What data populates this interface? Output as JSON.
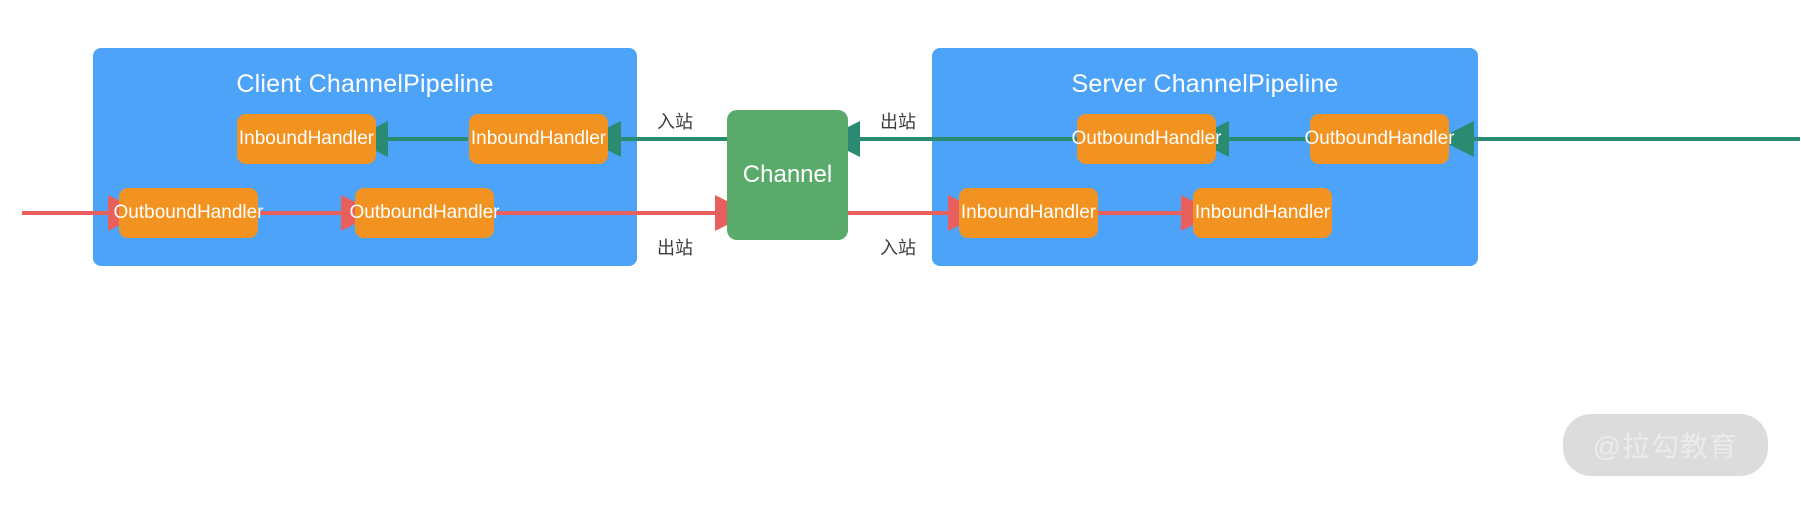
{
  "diagram": {
    "title_client": "Client ChannelPipeline",
    "title_server": "Server ChannelPipeline",
    "channel_label": "Channel",
    "colors": {
      "panel_blue": "#4da3f7",
      "handler_orange": "#f29220",
      "channel_green": "#5aab6b",
      "inbound_arrow_green": "#2b8a72",
      "outbound_arrow_red": "#e8605d",
      "label_text": "#3c3c3c",
      "background": "#ffffff"
    },
    "client": {
      "top_row": [
        {
          "label": "InboundHandler"
        },
        {
          "label": "InboundHandler"
        }
      ],
      "bottom_row": [
        {
          "label": "OutboundHandler"
        },
        {
          "label": "OutboundHandler"
        }
      ]
    },
    "server": {
      "top_row": [
        {
          "label": "OutboundHandler"
        },
        {
          "label": "OutboundHandler"
        }
      ],
      "bottom_row": [
        {
          "label": "InboundHandler"
        },
        {
          "label": "InboundHandler"
        }
      ]
    },
    "labels": {
      "client_inbound": "入站",
      "client_outbound": "出站",
      "server_outbound": "出站",
      "server_inbound": "入站"
    },
    "watermark": "@拉勾教育"
  }
}
